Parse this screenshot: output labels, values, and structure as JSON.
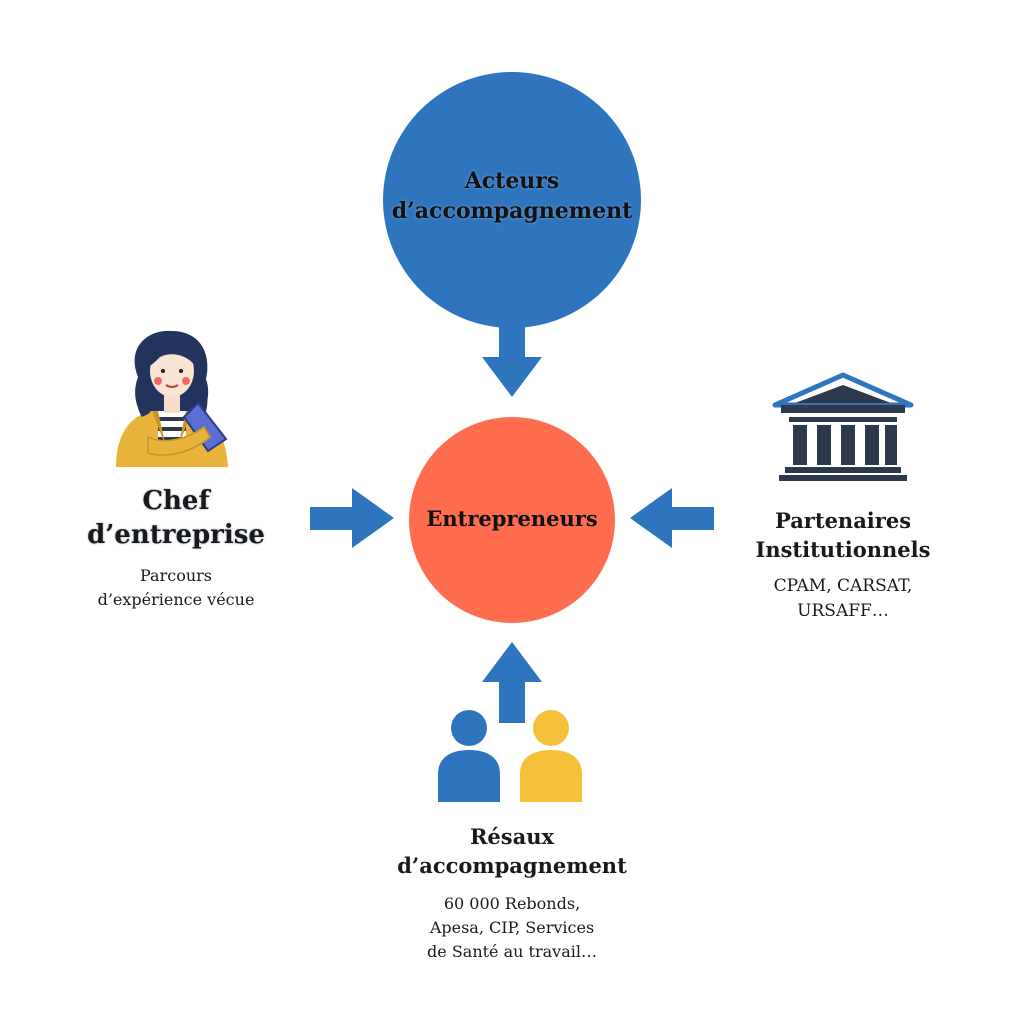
{
  "colors": {
    "blue": "#2e75be",
    "orange": "#ff6d4e",
    "yellow": "#f6bf3a",
    "navy": "#2d3a4e"
  },
  "top_node": {
    "label_line1": "Acteurs",
    "label_line2": "d’accompagnement"
  },
  "center_node": {
    "label": "Entrepreneurs"
  },
  "left_node": {
    "title_line1": "Chef",
    "title_line2": "d’entreprise",
    "sub_line1": "Parcours",
    "sub_line2": "d’expérience vécue",
    "icon": "businesswoman-illustration"
  },
  "right_node": {
    "title_line1": "Partenaires",
    "title_line2": "Institutionnels",
    "sub_line1": "CPAM, CARSAT,",
    "sub_line2": "URSAFF…",
    "icon": "institution-building-icon"
  },
  "bottom_node": {
    "title_line1": "Résaux",
    "title_line2": "d’accompagnement",
    "sub_line1": "60 000 Rebonds,",
    "sub_line2": "Apesa, CIP, Services",
    "sub_line3": "de Santé au travail…",
    "icon": "people-icon"
  }
}
